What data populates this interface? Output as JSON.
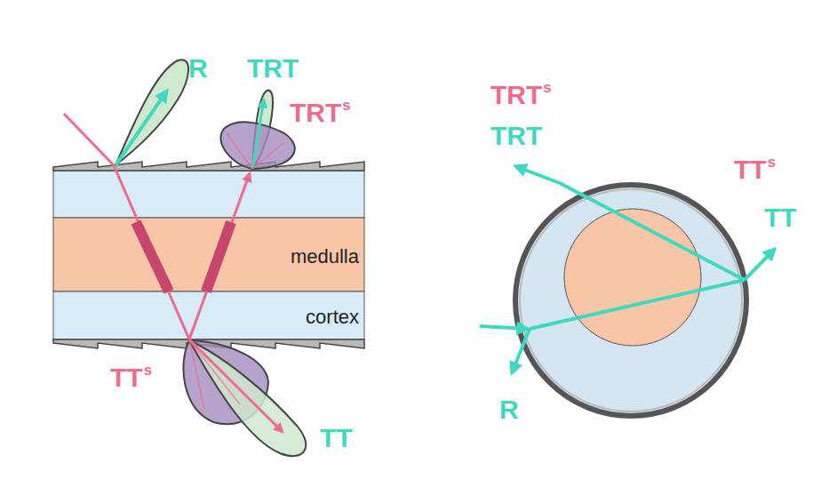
{
  "diagram": {
    "nodes": [
      {
        "text": [
          "medulla"
        ]
      },
      {
        "text": [
          "cortex"
        ]
      }
    ],
    "labels": [
      "R",
      "TRT",
      "TRT",
      "s",
      "TT",
      "s",
      "TT",
      "TRT",
      "s",
      "TRT",
      "TT",
      "s",
      "TT",
      "R"
    ]
  }
}
